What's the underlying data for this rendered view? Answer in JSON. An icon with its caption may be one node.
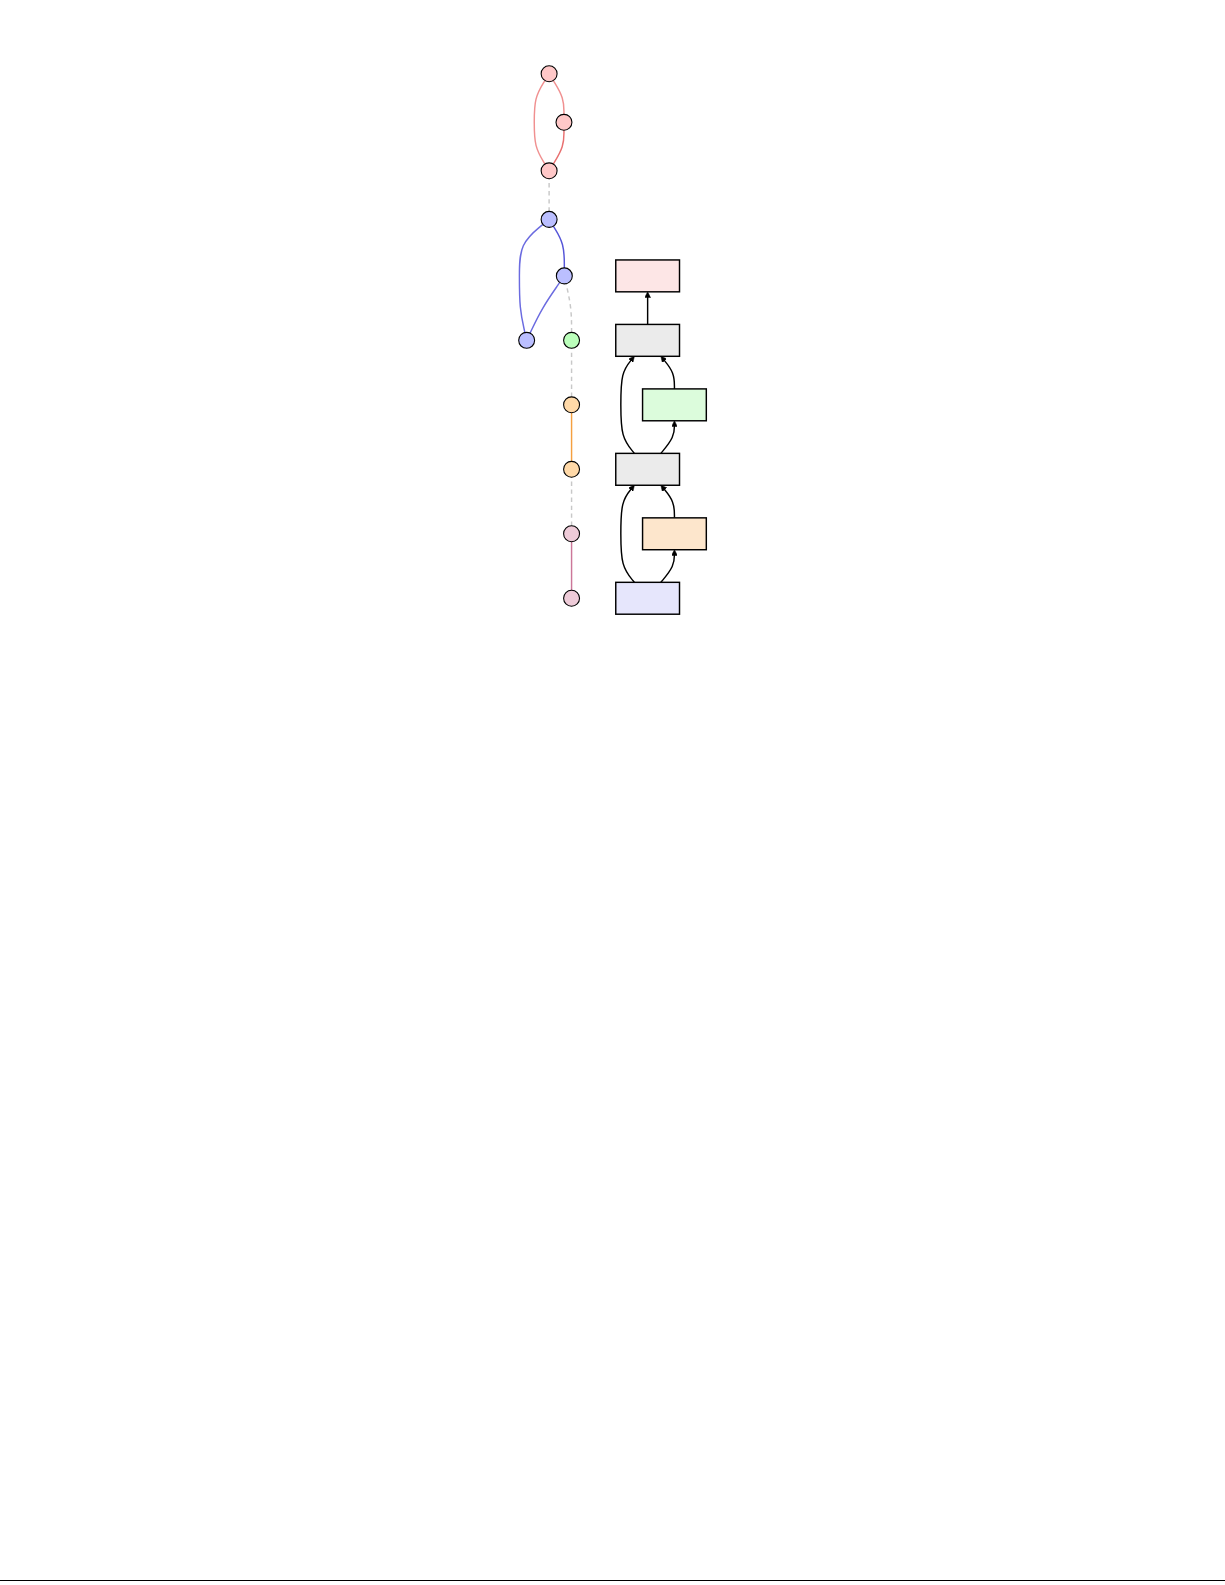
{
  "diagram": {
    "nodes": [
      {
        "text": [],
        "shape": "circle"
      },
      {
        "text": [],
        "shape": "circle"
      },
      {
        "text": [],
        "shape": "circle"
      },
      {
        "text": [],
        "shape": "circle"
      },
      {
        "text": [],
        "shape": "circle"
      },
      {
        "text": [],
        "shape": "circle"
      },
      {
        "text": [],
        "shape": "circle"
      },
      {
        "text": [],
        "shape": "circle"
      },
      {
        "text": [],
        "shape": "circle"
      },
      {
        "text": [],
        "shape": "circle"
      },
      {
        "text": [],
        "shape": "circle"
      },
      {
        "text": [],
        "shape": "box"
      },
      {
        "text": [],
        "shape": "box"
      },
      {
        "text": [],
        "shape": "box"
      },
      {
        "text": [],
        "shape": "box"
      },
      {
        "text": [],
        "shape": "box"
      },
      {
        "text": [],
        "shape": "box"
      }
    ],
    "edges": [
      {
        "from": 0,
        "to": 3,
        "arrow": "none",
        "color": "#6b6be0"
      },
      {
        "from": 0,
        "to": 2,
        "arrow": "none",
        "color": "#6b6be0"
      },
      {
        "from": 3,
        "to": 2,
        "arrow": "none",
        "color": "#5555d8"
      },
      {
        "from": 2,
        "to": 4,
        "arrow": "none",
        "style": "dashed",
        "color": "#c8c8c8"
      },
      {
        "from": 4,
        "to": 1,
        "arrow": "none",
        "color": "#e87070"
      },
      {
        "from": 1,
        "to": 6,
        "arrow": "none",
        "color": "#f09090"
      },
      {
        "from": 4,
        "to": 6,
        "arrow": "none",
        "color": "#f09090"
      },
      {
        "from": 7,
        "to": 8,
        "arrow": "none",
        "color": "#cc7799"
      },
      {
        "from": 8,
        "to": 10,
        "arrow": "none",
        "style": "dashed",
        "color": "#c8c8c8"
      },
      {
        "from": 10,
        "to": 9,
        "arrow": "none",
        "color": "#f5a040"
      },
      {
        "from": 9,
        "to": 5,
        "arrow": "none",
        "style": "dashed",
        "color": "#c8c8c8"
      },
      {
        "from": 5,
        "to": 3,
        "arrow": "none",
        "style": "dashed",
        "color": "#c8c8c8"
      },
      {
        "from": 16,
        "to": 15,
        "arrow": "to"
      },
      {
        "from": 15,
        "to": 14,
        "arrow": "to"
      },
      {
        "from": 14,
        "to": 13,
        "arrow": "to"
      },
      {
        "from": 13,
        "to": 12,
        "arrow": "to"
      },
      {
        "from": 12,
        "to": 11,
        "arrow": "to"
      },
      {
        "from": 16,
        "to": 14,
        "arrow": "to"
      },
      {
        "from": 14,
        "to": 12,
        "arrow": "to"
      }
    ]
  }
}
